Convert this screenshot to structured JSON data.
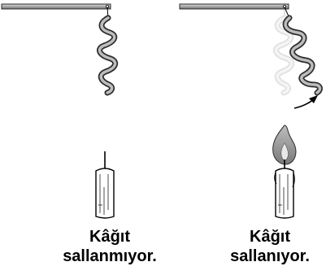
{
  "scenes": [
    {
      "line1": "Kâğıt",
      "line2": "sallanmıyor."
    },
    {
      "line1": "Kâğıt",
      "line2": "sallanıyor."
    }
  ],
  "colors": {
    "rod_fill": "#a9a9a9",
    "rod_stroke": "#2b2b2b",
    "spiral_dark": "#3a3a3a",
    "spiral_light": "#bdbdbd",
    "candle_fill": "#ffffff",
    "flame_outer": "#9a9a9a",
    "flame_inner": "#d6d6d6"
  },
  "icons": [
    "rod",
    "paper-spiral",
    "candle",
    "flame",
    "motion-arrow"
  ]
}
